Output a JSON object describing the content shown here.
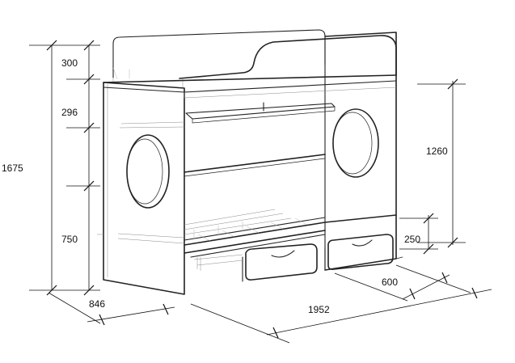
{
  "dimensions": {
    "total_height": "1675",
    "top_rail_height": "300",
    "upper_gap": "296",
    "lower_bed_height": "750",
    "depth": "846",
    "length": "1952",
    "drawer_width": "600",
    "upper_deck_height": "1260",
    "drawer_height": "250"
  }
}
